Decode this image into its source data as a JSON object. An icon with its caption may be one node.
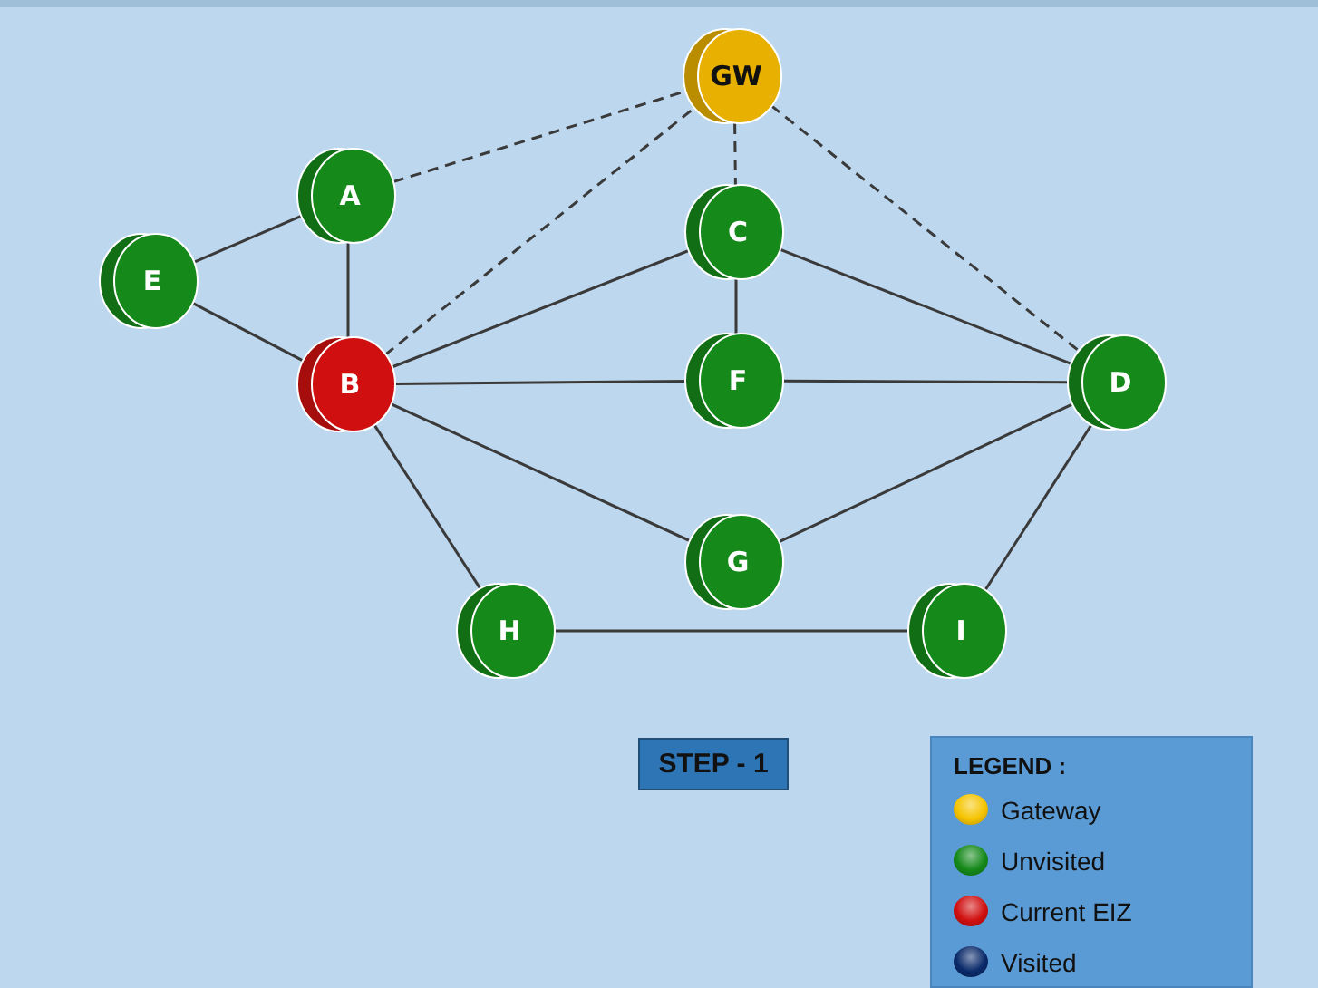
{
  "diagram": {
    "nodes": [
      {
        "text": [
          "GW"
        ]
      },
      {
        "text": [
          "A"
        ]
      },
      {
        "text": [
          "E"
        ]
      },
      {
        "text": [
          "C"
        ]
      },
      {
        "text": [
          "B"
        ]
      },
      {
        "text": [
          "F"
        ]
      },
      {
        "text": [
          "D"
        ]
      },
      {
        "text": [
          "G"
        ]
      },
      {
        "text": [
          "H"
        ]
      },
      {
        "text": [
          "I"
        ]
      },
      {
        "text": [
          "STEP - 1"
        ]
      }
    ],
    "edges": [
      {
        "from": 2,
        "to": 1,
        "arrow": "none"
      },
      {
        "from": 2,
        "to": 4,
        "arrow": "none"
      },
      {
        "from": 1,
        "to": 4,
        "arrow": "none"
      },
      {
        "from": 1,
        "to": 0,
        "arrow": "none",
        "style": "dashed"
      },
      {
        "from": 4,
        "to": 0,
        "arrow": "none",
        "style": "dashed"
      },
      {
        "from": 0,
        "to": 3,
        "arrow": "none",
        "style": "dashed"
      },
      {
        "from": 0,
        "to": 6,
        "arrow": "none",
        "style": "dashed"
      },
      {
        "from": 4,
        "to": 3,
        "arrow": "none"
      },
      {
        "from": 4,
        "to": 5,
        "arrow": "none"
      },
      {
        "from": 4,
        "to": 7,
        "arrow": "none"
      },
      {
        "from": 4,
        "to": 8,
        "arrow": "none"
      },
      {
        "from": 3,
        "to": 5,
        "arrow": "none"
      },
      {
        "from": 3,
        "to": 6,
        "arrow": "none"
      },
      {
        "from": 5,
        "to": 6,
        "arrow": "none"
      },
      {
        "from": 7,
        "to": 6,
        "arrow": "none"
      },
      {
        "from": 8,
        "to": 9,
        "arrow": "none"
      },
      {
        "from": 9,
        "to": 6,
        "arrow": "none"
      }
    ],
    "labels": [
      "LEGEND :"
    ],
    "legend": [
      {
        "text": "Gateway",
        "color": "#f5c400"
      },
      {
        "text": "Unvisited",
        "color": "#15891a"
      },
      {
        "text": "Current EIZ",
        "color": "#d01010"
      },
      {
        "text": "Visited",
        "color": "#0a2a6a"
      }
    ]
  }
}
